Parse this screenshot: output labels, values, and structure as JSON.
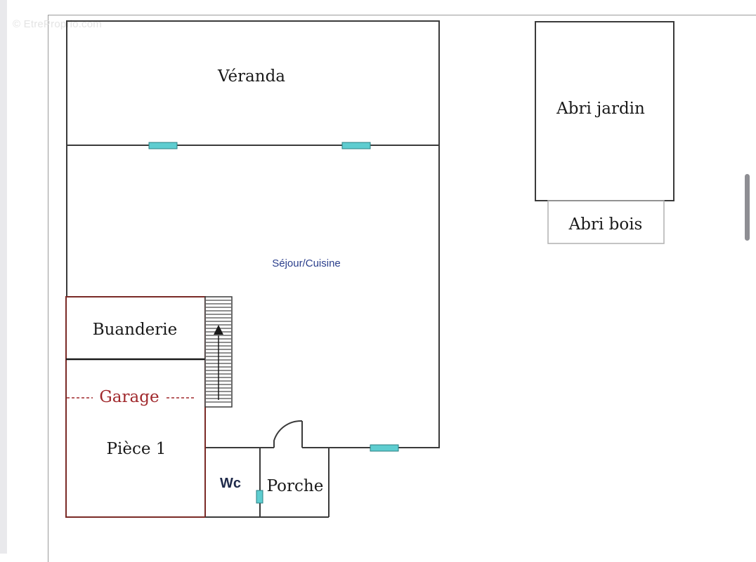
{
  "watermark": "© EtreProprio.com",
  "rooms": {
    "veranda": "Véranda",
    "abri_jardin": "Abri jardin",
    "abri_bois": "Abri bois",
    "sejour_cuisine": "Séjour/Cuisine",
    "buanderie": "Buanderie",
    "garage": "Garage",
    "piece1": "Pièce 1",
    "wc": "Wc",
    "porche": "Porche"
  },
  "colors": {
    "wall": "#3a3a3a",
    "window": "#5ecdd0",
    "garage_wall": "#7a2a26",
    "garage_label": "#a0282c",
    "sejour_label": "#2b3f8c"
  }
}
